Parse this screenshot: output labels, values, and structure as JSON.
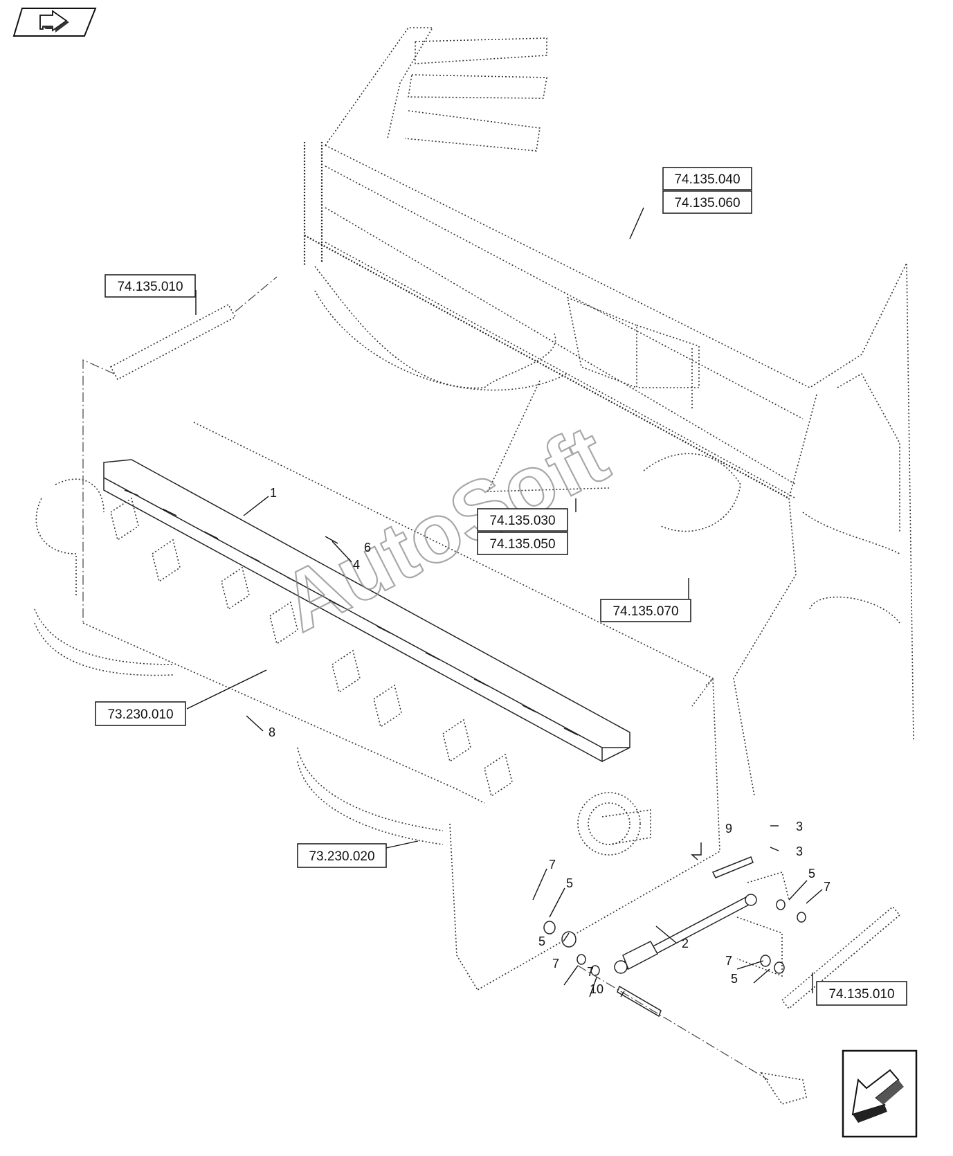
{
  "watermark": "AutoSoft",
  "reference_boxes": [
    {
      "id": "ref-74-135-040",
      "label": "74.135.040"
    },
    {
      "id": "ref-74-135-060",
      "label": "74.135.060"
    },
    {
      "id": "ref-74-135-010-top",
      "label": "74.135.010"
    },
    {
      "id": "ref-74-135-030",
      "label": "74.135.030"
    },
    {
      "id": "ref-74-135-050",
      "label": "74.135.050"
    },
    {
      "id": "ref-74-135-070",
      "label": "74.135.070"
    },
    {
      "id": "ref-73-230-010",
      "label": "73.230.010"
    },
    {
      "id": "ref-73-230-020",
      "label": "73.230.020"
    },
    {
      "id": "ref-74-135-010-bottom",
      "label": "74.135.010"
    }
  ],
  "callouts": [
    {
      "id": "c1",
      "label": "1"
    },
    {
      "id": "c2",
      "label": "2"
    },
    {
      "id": "c3a",
      "label": "3"
    },
    {
      "id": "c3b",
      "label": "3"
    },
    {
      "id": "c4",
      "label": "4"
    },
    {
      "id": "c5a",
      "label": "5"
    },
    {
      "id": "c5b",
      "label": "5"
    },
    {
      "id": "c5c",
      "label": "5"
    },
    {
      "id": "c5d",
      "label": "5"
    },
    {
      "id": "c6",
      "label": "6"
    },
    {
      "id": "c7a",
      "label": "7"
    },
    {
      "id": "c7b",
      "label": "7"
    },
    {
      "id": "c7c",
      "label": "7"
    },
    {
      "id": "c7d",
      "label": "7"
    },
    {
      "id": "c7e",
      "label": "7"
    },
    {
      "id": "c8",
      "label": "8"
    },
    {
      "id": "c9",
      "label": "9"
    },
    {
      "id": "c10",
      "label": "10"
    }
  ],
  "nav": {
    "previous_icon": "previous-page-icon",
    "next_icon": "next-page-icon"
  }
}
